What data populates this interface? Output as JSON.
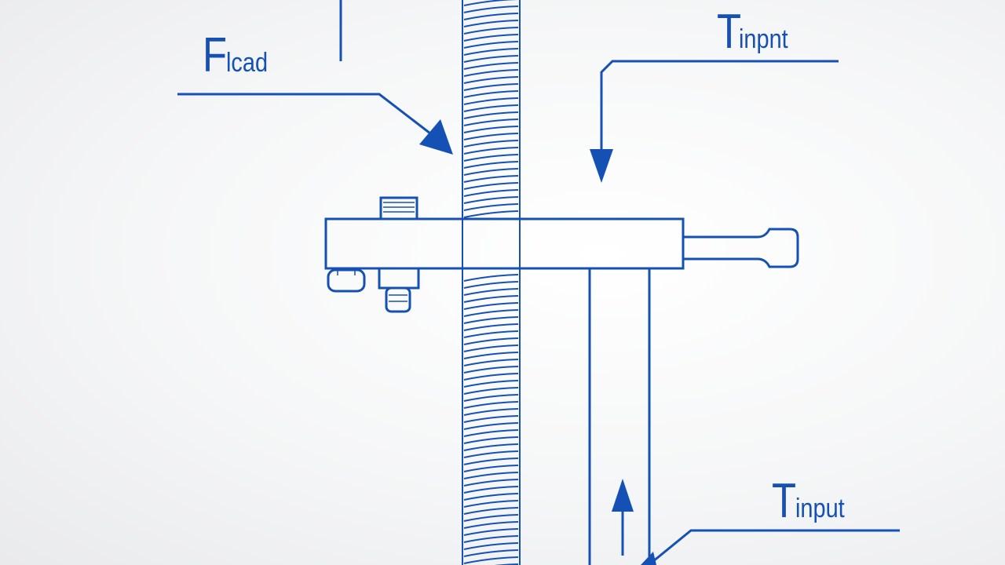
{
  "labels": {
    "force_load": {
      "main": "F",
      "sub": "lcad"
    },
    "torque_input_top": {
      "main": "T",
      "sub": "inpnt"
    },
    "torque_input_bottom": {
      "main": "T",
      "sub": "input"
    }
  },
  "colors": {
    "stroke": "#1550b5",
    "background": "#f3f4f6"
  }
}
